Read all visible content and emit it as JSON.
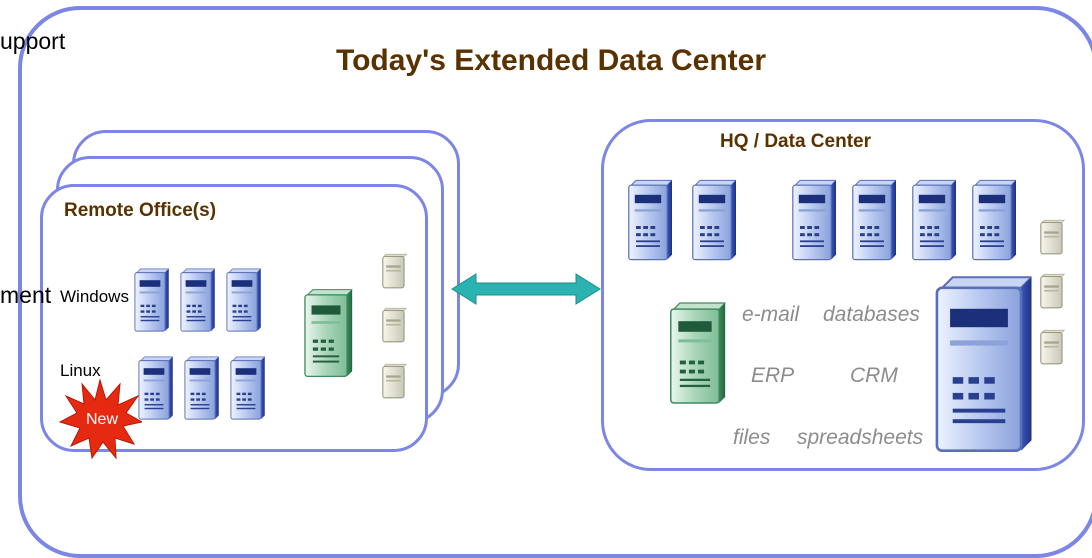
{
  "main_title": "Today's Extended Data Center",
  "cutoff_texts": {
    "top_left": "upport",
    "mid_left": "ment"
  },
  "remote_office": {
    "title": "Remote Office(s)",
    "os_windows": "Windows",
    "os_linux": "Linux",
    "badge": "New"
  },
  "hq": {
    "title": "HQ / Data Center",
    "apps": [
      "e-mail",
      "databases",
      "ERP",
      "CRM",
      "files",
      "spreadsheets"
    ]
  },
  "colors": {
    "frame": "#7b86e6",
    "title_brown": "#5a3200",
    "arrow_teal": "#2ab3b0",
    "badge_red": "#e62a12",
    "app_gray": "#8c8c8c"
  },
  "icons": [
    "blue-server-icon",
    "green-server-icon",
    "disk-icon",
    "bidirectional-arrow-icon",
    "starburst-icon"
  ]
}
